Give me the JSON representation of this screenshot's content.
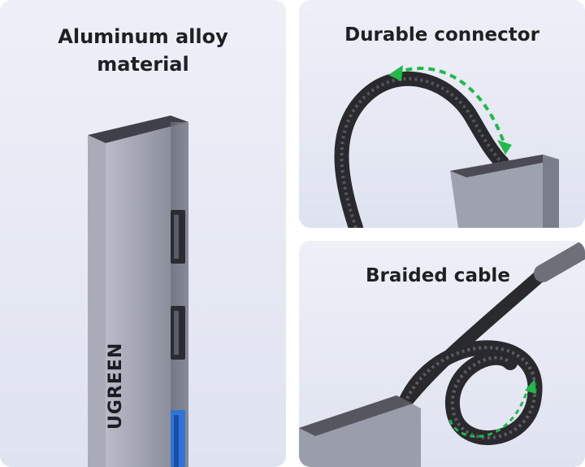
{
  "panels": {
    "left": {
      "caption": "Aluminum alloy\nmaterial",
      "brand": "UGREEN"
    },
    "top_right": {
      "caption": "Durable connector"
    },
    "bottom_right": {
      "caption": "Braided cable"
    }
  },
  "colors": {
    "panel_bg": "#e6e9f4",
    "aluminum": "#8f92a0",
    "port_blue": "#2f74d6",
    "arrow_green": "#22b84a",
    "cable": "#2a2a2e"
  },
  "icons": [
    "hub-device",
    "usb-port",
    "curved-arrow",
    "braided-cable"
  ]
}
